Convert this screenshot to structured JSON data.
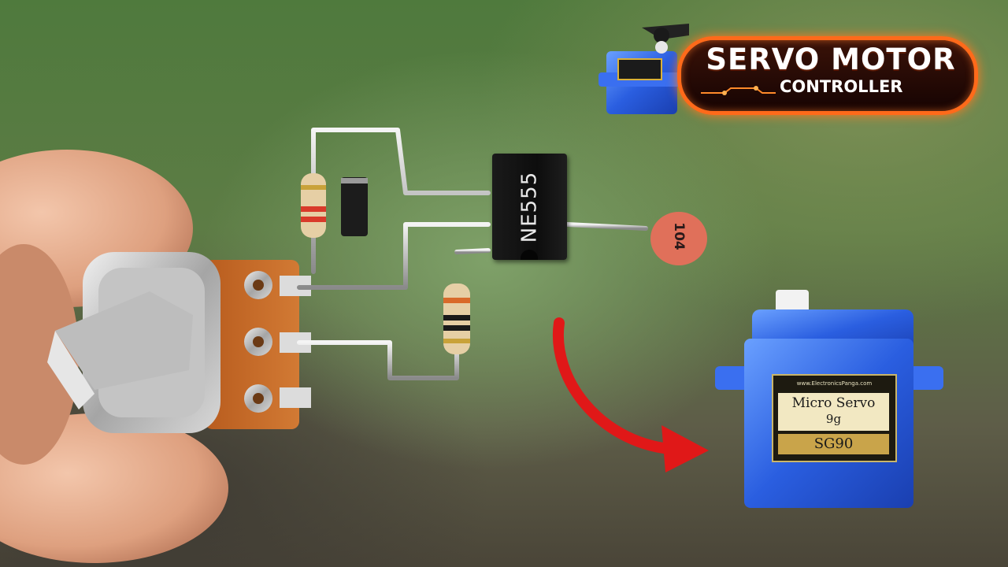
{
  "title": {
    "line1": "SERVO MOTOR",
    "line2": "CONTROLLER"
  },
  "chip": {
    "label": "NE555"
  },
  "capacitor": {
    "label": "104"
  },
  "servo": {
    "url": "www.ElectronicsPanga.com",
    "name": "Micro Servo",
    "weight": "9g",
    "model": "SG90"
  },
  "colors": {
    "badge_border": "#ff6a1a",
    "servo_body": "#2a5ee0",
    "arrow": "#e01818",
    "capacitor": "#e0705a"
  }
}
